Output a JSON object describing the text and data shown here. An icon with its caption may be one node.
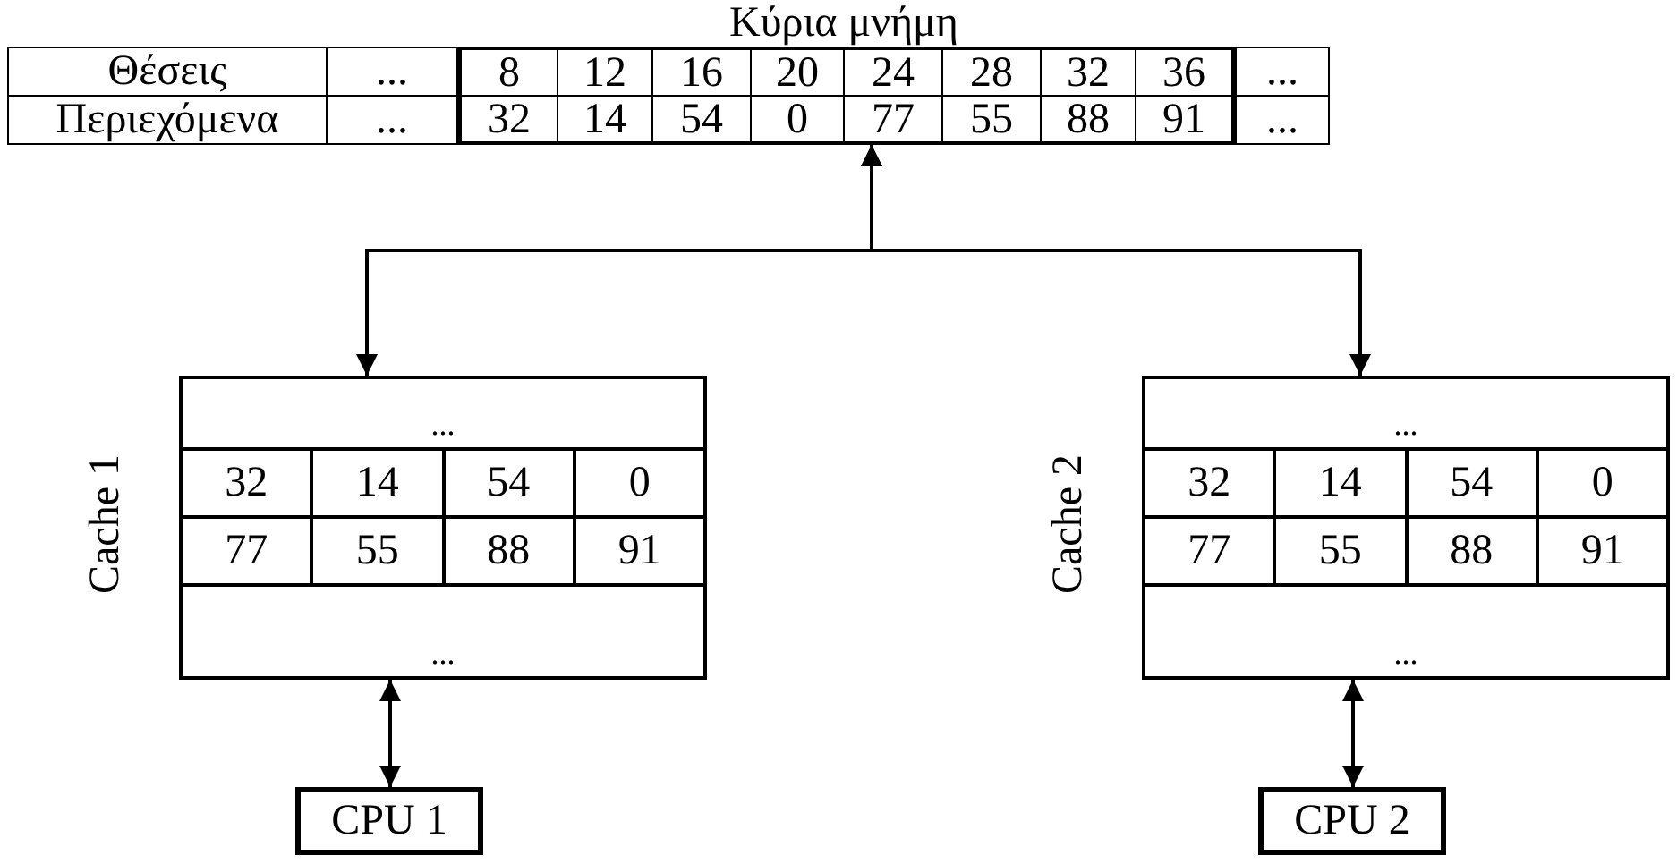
{
  "diagram": {
    "nodes": [
      {
        "text": [
          "Κύρια μνήμη",
          "Θέσεις",
          "...",
          "8",
          "12",
          "16",
          "20",
          "24",
          "28",
          "32",
          "36",
          "...",
          "Περιεχόμενα",
          "...",
          "32",
          "14",
          "54",
          "0",
          "77",
          "55",
          "88",
          "91",
          "..."
        ]
      },
      {
        "text": [
          "Cache 1",
          "...",
          "32",
          "14",
          "54",
          "0",
          "77",
          "55",
          "88",
          "91",
          "..."
        ]
      },
      {
        "text": [
          "Cache 2",
          "...",
          "32",
          "14",
          "54",
          "0",
          "77",
          "55",
          "88",
          "91",
          "..."
        ]
      },
      {
        "text": [
          "CPU 1"
        ]
      },
      {
        "text": [
          "CPU 2"
        ]
      }
    ],
    "edges": [
      {
        "from": 0,
        "to": 1,
        "arrow": "both"
      },
      {
        "from": 0,
        "to": 2,
        "arrow": "both"
      },
      {
        "from": 1,
        "to": 3,
        "arrow": "both"
      },
      {
        "from": 2,
        "to": 4,
        "arrow": "both"
      }
    ]
  }
}
